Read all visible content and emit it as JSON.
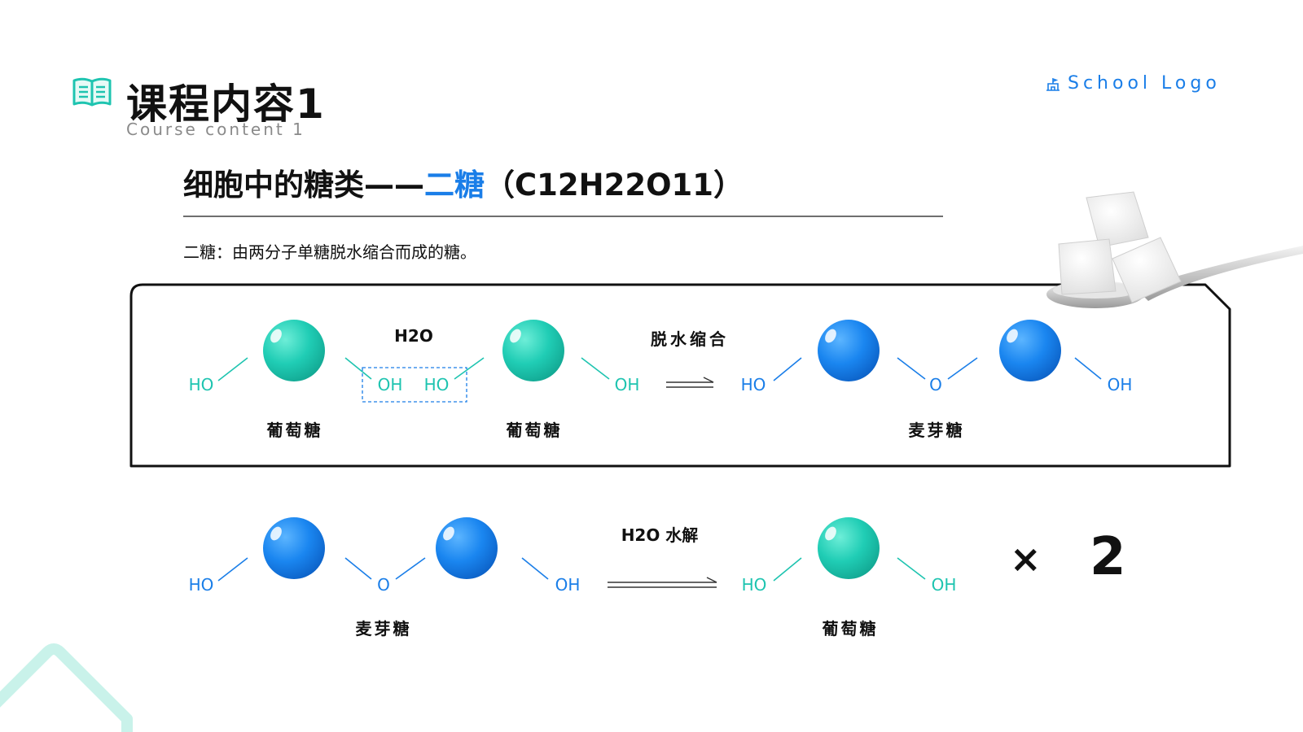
{
  "header": {
    "title": "课程内容1",
    "title_en": "Course content 1",
    "logo_text": "School Logo",
    "logo_icon": "school-icon",
    "book_icon": "open-book-icon"
  },
  "section": {
    "heading_prefix": "细胞中的糖类——",
    "heading_highlight": "二糖",
    "heading_suffix": "（C12H22O11）",
    "definition": "二糖：由两分子单糖脱水缩合而成的糖。"
  },
  "reaction1": {
    "left_ho": "HO",
    "oh_removed": "OH",
    "ho_removed": "HO",
    "right_oh": "OH",
    "water": "H2O",
    "condition": "脱水缩合",
    "glucose_label_1": "葡萄糖",
    "glucose_label_2": "葡萄糖",
    "product_ho": "HO",
    "product_o": "O",
    "product_oh": "OH",
    "product_label": "麦芽糖"
  },
  "reaction2": {
    "left_ho": "HO",
    "mid_o": "O",
    "right_oh": "OH",
    "reactant_label": "麦芽糖",
    "condition": "H2O 水解",
    "product_ho": "HO",
    "product_oh": "OH",
    "product_label": "葡萄糖",
    "times_sign": "×",
    "multiplier": "2"
  },
  "colors": {
    "glucose": "#1ec4b0",
    "maltose": "#1a7ee8",
    "accent_blue": "#1a7ee8",
    "decor_teal": "#c9f2ea"
  }
}
